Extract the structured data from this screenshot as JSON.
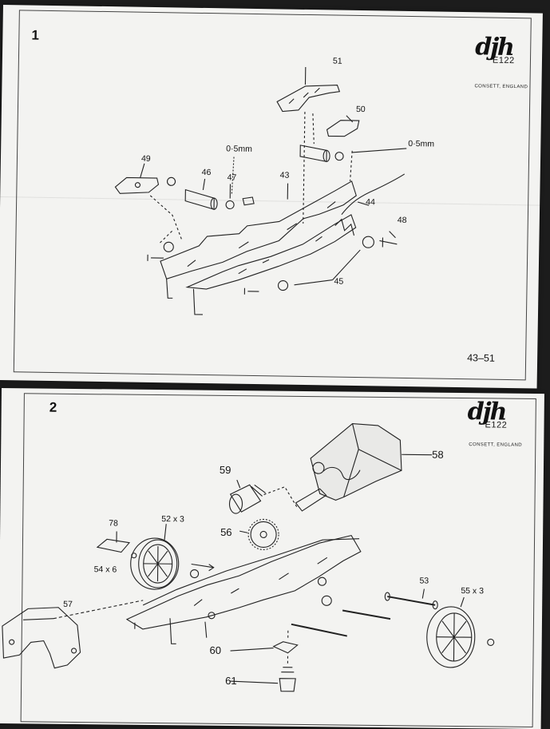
{
  "panel_1": {
    "number": "1",
    "logo_mark": "djh",
    "logo_model": "E122",
    "maker": "CONSETT, ENGLAND",
    "reference": "43–51",
    "callouts": [
      "51",
      "50",
      "0·5mm",
      "0·5mm",
      "49",
      "46",
      "47",
      "43",
      "44",
      "48",
      "45"
    ]
  },
  "panel_2": {
    "number": "2",
    "logo_mark": "djh",
    "logo_model": "E122",
    "maker": "CONSETT, ENGLAND",
    "callouts": [
      "58",
      "59",
      "78",
      "52 x 3",
      "56",
      "54 x 6",
      "57",
      "53",
      "55 x 3",
      "60",
      "61"
    ]
  }
}
